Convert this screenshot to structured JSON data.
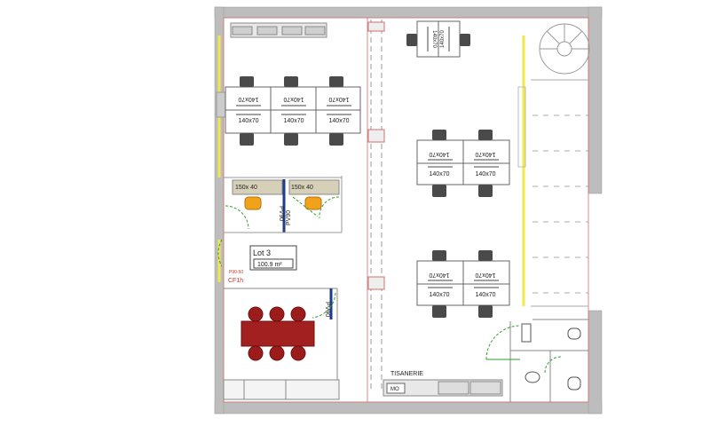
{
  "plan": {
    "lot_label": "Lot 3",
    "area_label": "100.9 m²",
    "kitchen_label": "TISANERIE",
    "door_rating": "P90-50",
    "door_code": "CF1h",
    "microwave_label": "MO",
    "cabinet_label": "150x 40",
    "desk_label": "140x70",
    "partition_label": "PV90",
    "colors": {
      "wall": "#bdbdbd",
      "glazing": "#f2e84a",
      "chair": "#4a4a4a",
      "meeting_chair": "#9c1b1b",
      "meeting_table": "#a32020",
      "armchair": "#f0a21b",
      "cabinet": "#d6d0b8",
      "door_green": "#2e9e2e",
      "door_red": "#c0392b",
      "partition_blue": "#1c3d8f"
    }
  },
  "desks": {
    "top_row_left": [
      "140x70",
      "140x70",
      "140x70"
    ],
    "top_row_left_flipped": [
      "140x70",
      "140x70",
      "140x70"
    ],
    "top_pair": [
      "140x70",
      "140x70"
    ],
    "mid_right_top": [
      "140x70",
      "140x70"
    ],
    "mid_right_bottom": [
      "140x70",
      "140x70"
    ],
    "low_right_top": [
      "140x70",
      "140x70"
    ],
    "low_right_bottom": [
      "140x70",
      "140x70"
    ]
  }
}
